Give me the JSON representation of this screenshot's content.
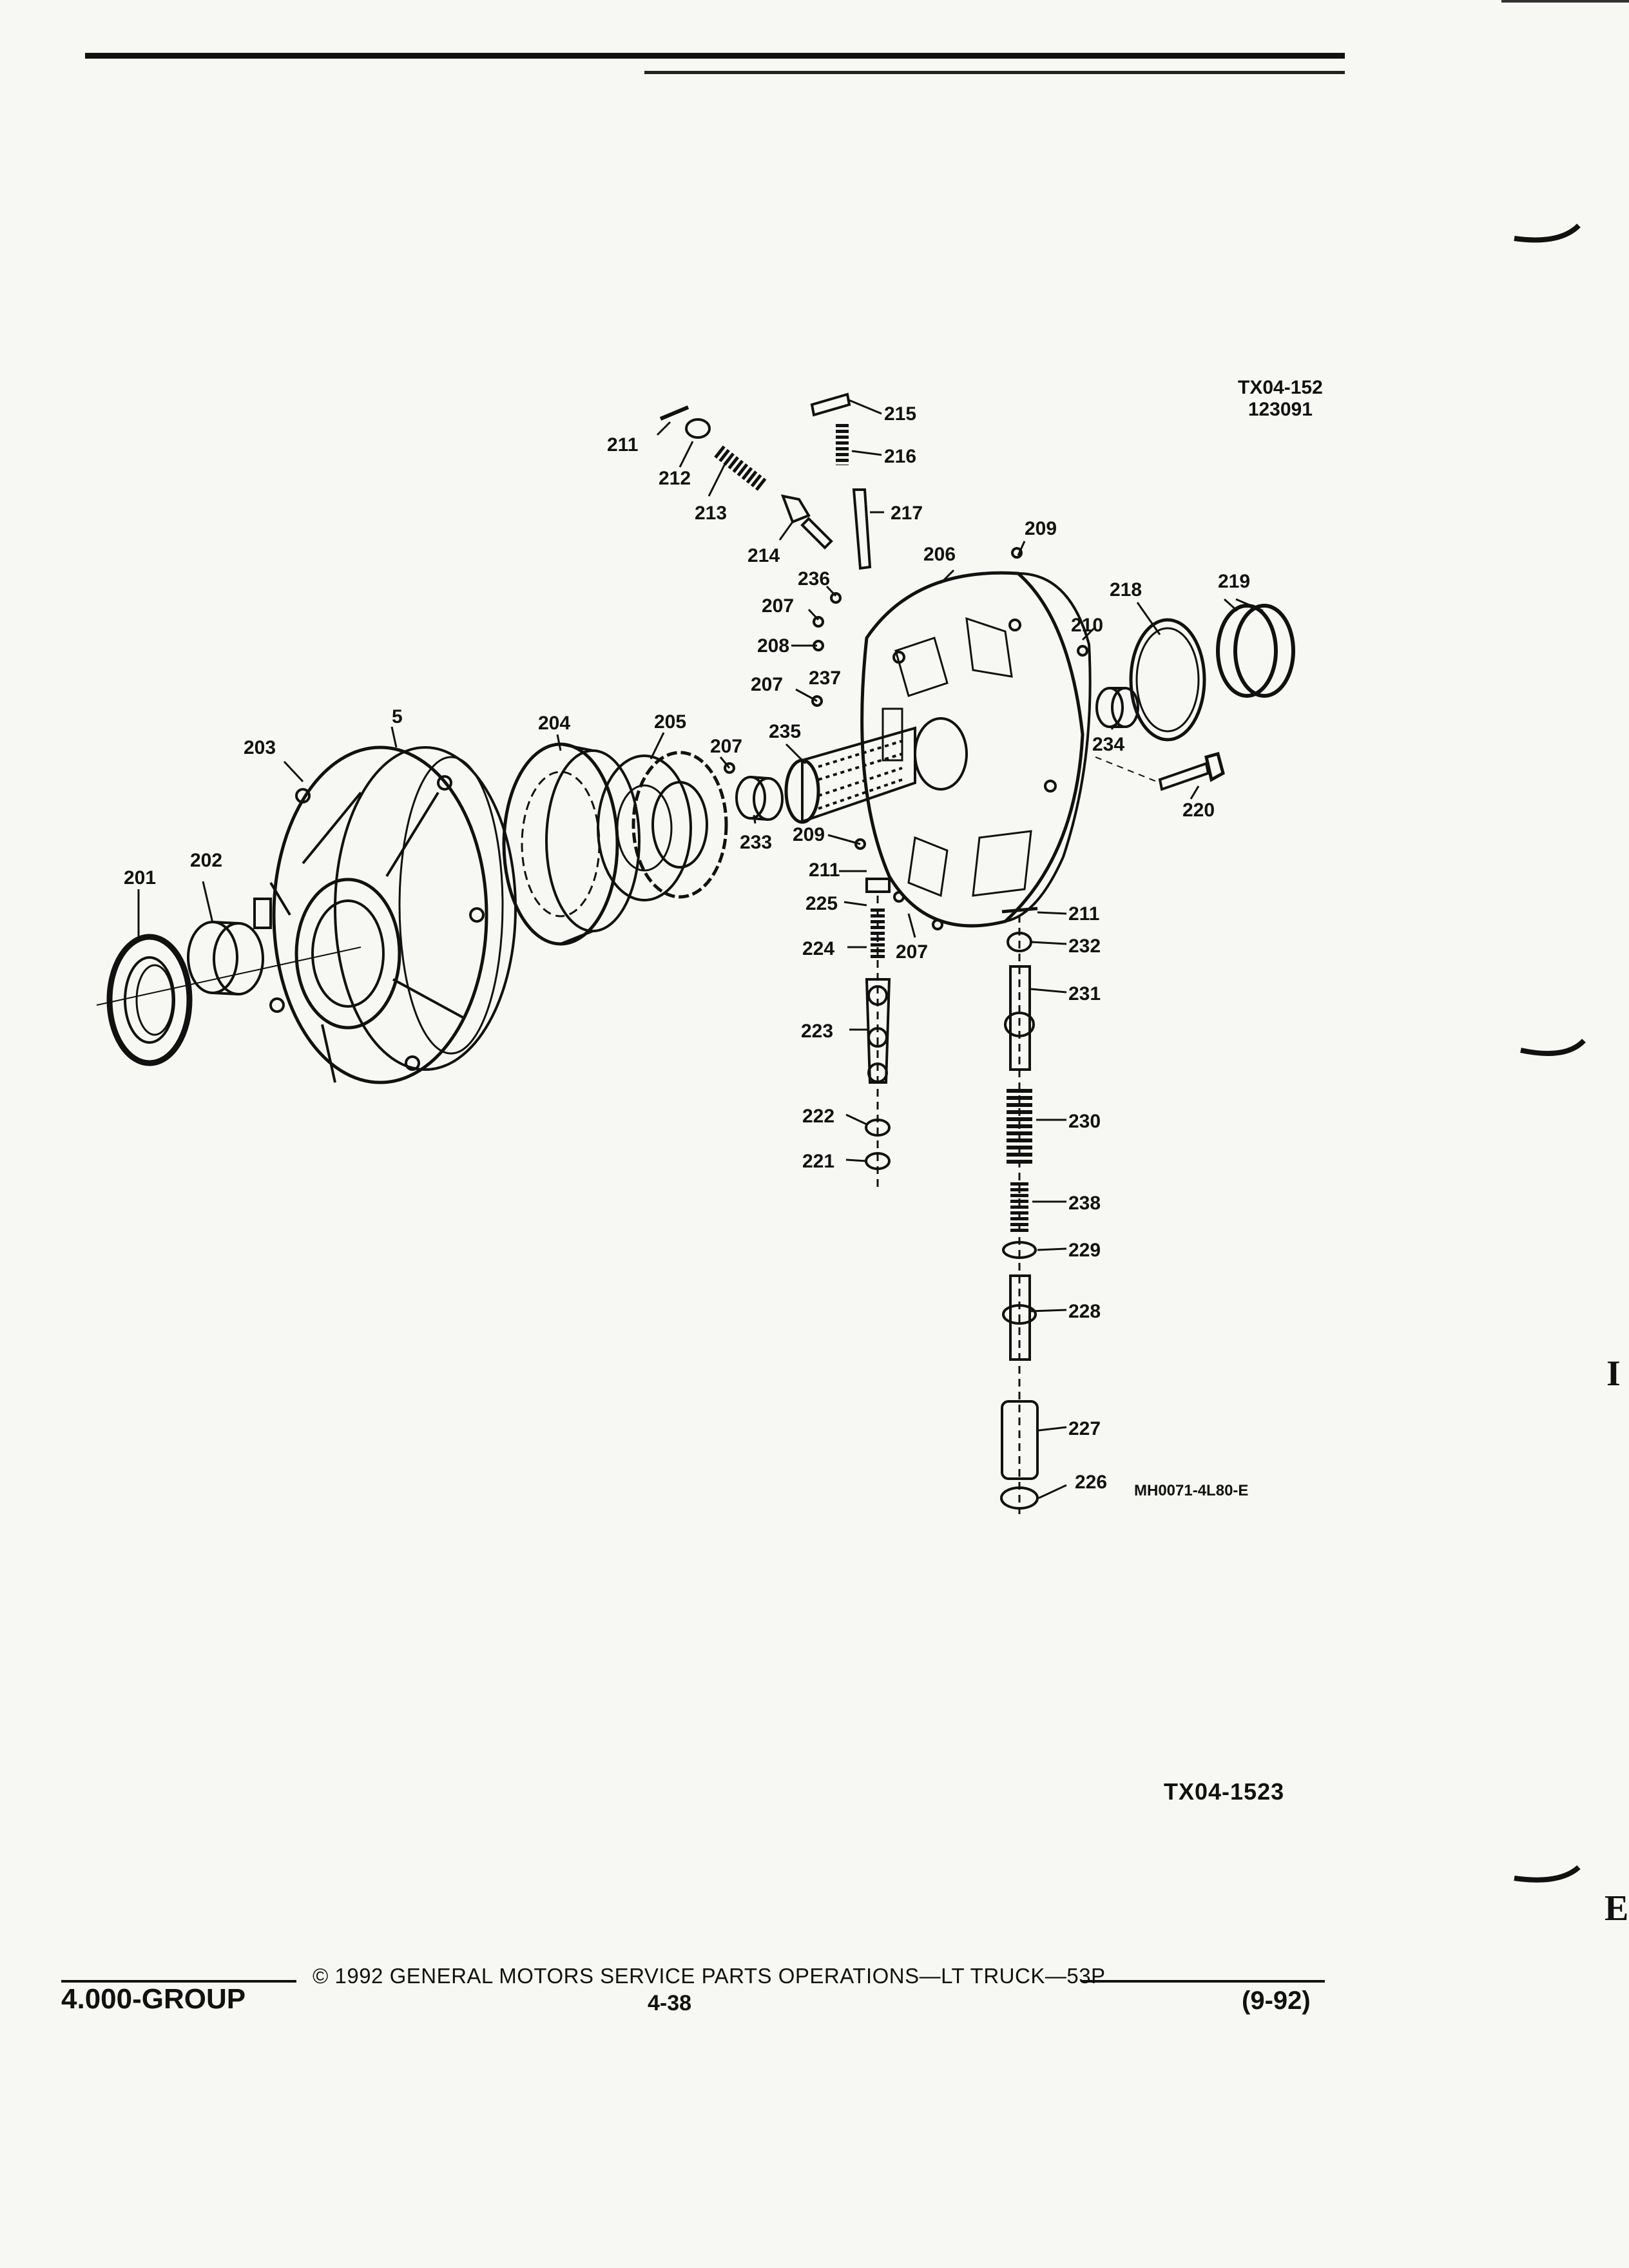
{
  "figure": {
    "id_line1": "TX04-152",
    "id_line2": "123091",
    "reference_code": "MH0071-4L80-E",
    "bottom_code": "TX04-1523"
  },
  "callouts": [
    {
      "id": "c211a",
      "text": "211"
    },
    {
      "id": "c212",
      "text": "212"
    },
    {
      "id": "c213",
      "text": "213"
    },
    {
      "id": "c214",
      "text": "214"
    },
    {
      "id": "c215",
      "text": "215"
    },
    {
      "id": "c216",
      "text": "216"
    },
    {
      "id": "c217",
      "text": "217"
    },
    {
      "id": "c209a",
      "text": "209"
    },
    {
      "id": "c206",
      "text": "206"
    },
    {
      "id": "c218",
      "text": "218"
    },
    {
      "id": "c219",
      "text": "219"
    },
    {
      "id": "c236",
      "text": "236"
    },
    {
      "id": "c207a",
      "text": "207"
    },
    {
      "id": "c210",
      "text": "210"
    },
    {
      "id": "c208",
      "text": "208"
    },
    {
      "id": "c237",
      "text": "237"
    },
    {
      "id": "c207b",
      "text": "207"
    },
    {
      "id": "c5",
      "text": "5"
    },
    {
      "id": "c204",
      "text": "204"
    },
    {
      "id": "c205",
      "text": "205"
    },
    {
      "id": "c203",
      "text": "203"
    },
    {
      "id": "c207c",
      "text": "207"
    },
    {
      "id": "c235",
      "text": "235"
    },
    {
      "id": "c234",
      "text": "234"
    },
    {
      "id": "c220",
      "text": "220"
    },
    {
      "id": "c233",
      "text": "233"
    },
    {
      "id": "c209b",
      "text": "209"
    },
    {
      "id": "c201",
      "text": "201"
    },
    {
      "id": "c202",
      "text": "202"
    },
    {
      "id": "c211b",
      "text": "211"
    },
    {
      "id": "c225",
      "text": "225"
    },
    {
      "id": "c211c",
      "text": "211"
    },
    {
      "id": "c224",
      "text": "224"
    },
    {
      "id": "c207d",
      "text": "207"
    },
    {
      "id": "c232",
      "text": "232"
    },
    {
      "id": "c231",
      "text": "231"
    },
    {
      "id": "c223",
      "text": "223"
    },
    {
      "id": "c230",
      "text": "230"
    },
    {
      "id": "c222",
      "text": "222"
    },
    {
      "id": "c221",
      "text": "221"
    },
    {
      "id": "c238",
      "text": "238"
    },
    {
      "id": "c229",
      "text": "229"
    },
    {
      "id": "c228",
      "text": "228"
    },
    {
      "id": "c227",
      "text": "227"
    },
    {
      "id": "c226",
      "text": "226"
    }
  ],
  "footer": {
    "group": "4.000-GROUP",
    "copyright": "© 1992 GENERAL MOTORS SERVICE PARTS OPERATIONS—LT TRUCK—53P",
    "page": "4-38",
    "date": "(9-92)"
  },
  "edge_marks": [
    "I",
    "E"
  ]
}
